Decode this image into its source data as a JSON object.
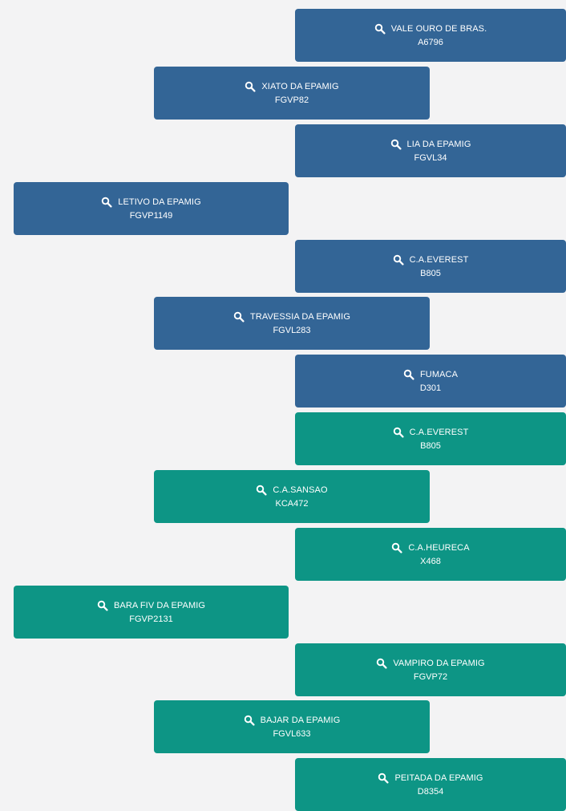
{
  "colors": {
    "background": "#f3f3f4",
    "paternal": "#336596",
    "maternal": "#0d9585",
    "text": "#ffffff"
  },
  "nodes": [
    {
      "name": "VALE OURO DE BRAS.",
      "code": "A6796",
      "group": "paternal",
      "icon": "search-icon"
    },
    {
      "name": "XIATO DA EPAMIG",
      "code": "FGVP82",
      "group": "paternal",
      "icon": "search-icon"
    },
    {
      "name": "LIA DA EPAMIG",
      "code": "FGVL34",
      "group": "paternal",
      "icon": "search-icon"
    },
    {
      "name": "LETIVO DA EPAMIG",
      "code": "FGVP1149",
      "group": "paternal",
      "icon": "search-icon"
    },
    {
      "name": "C.A.EVEREST",
      "code": "B805",
      "group": "paternal",
      "icon": "search-icon"
    },
    {
      "name": "TRAVESSIA DA EPAMIG",
      "code": "FGVL283",
      "group": "paternal",
      "icon": "search-icon"
    },
    {
      "name": "FUMACA",
      "code": "D301",
      "group": "paternal",
      "icon": "search-icon"
    },
    {
      "name": "C.A.EVEREST",
      "code": "B805",
      "group": "maternal",
      "icon": "search-icon"
    },
    {
      "name": "C.A.SANSAO",
      "code": "KCA472",
      "group": "maternal",
      "icon": "search-icon"
    },
    {
      "name": "C.A.HEURECA",
      "code": "X468",
      "group": "maternal",
      "icon": "search-icon"
    },
    {
      "name": "BARA FIV DA EPAMIG",
      "code": "FGVP2131",
      "group": "maternal",
      "icon": "search-icon"
    },
    {
      "name": "VAMPIRO DA EPAMIG",
      "code": "FGVP72",
      "group": "maternal",
      "icon": "search-icon"
    },
    {
      "name": "BAJAR DA EPAMIG",
      "code": "FGVL633",
      "group": "maternal",
      "icon": "search-icon"
    },
    {
      "name": "PEITADA DA EPAMIG",
      "code": "D8354",
      "group": "maternal",
      "icon": "search-icon"
    }
  ]
}
